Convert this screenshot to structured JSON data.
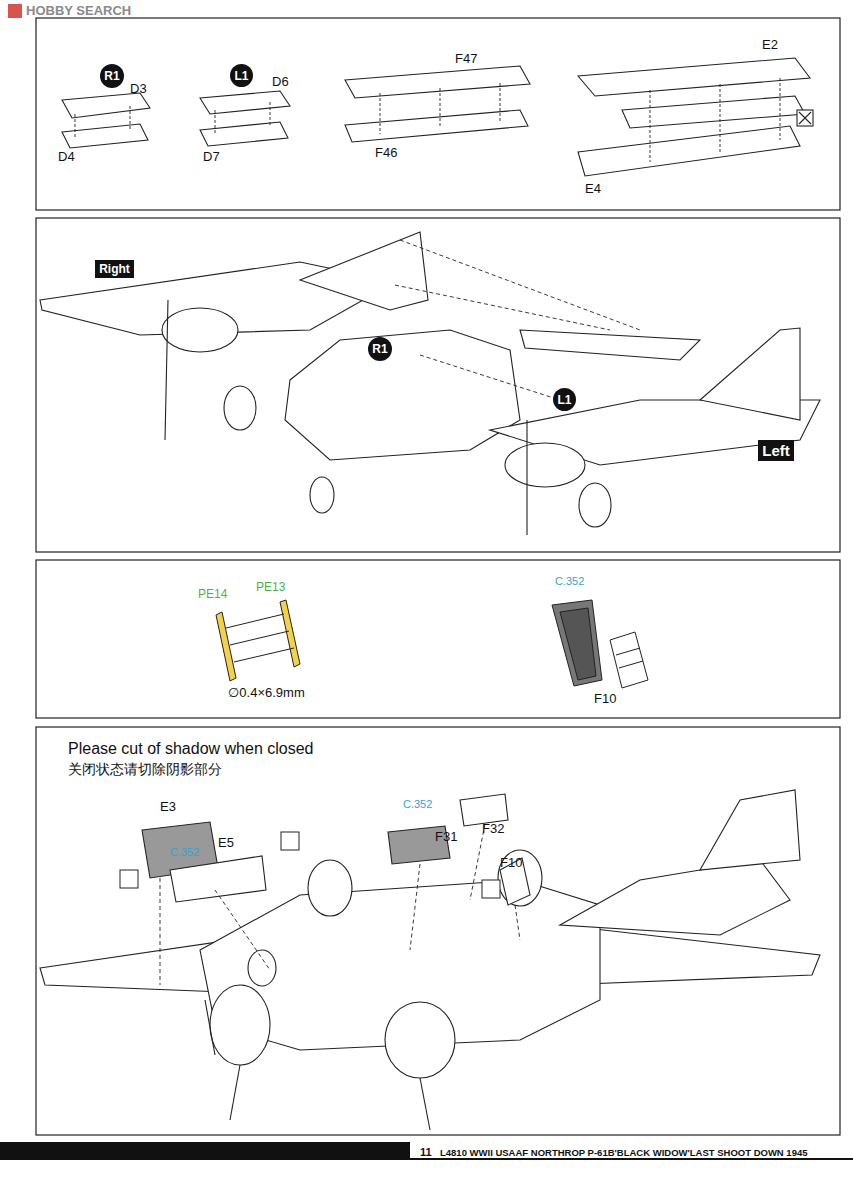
{
  "diagram": {
    "nodes": [
      {
        "text": [
          "R1"
        ]
      },
      {
        "text": [
          "L1"
        ]
      },
      {
        "text": [
          "Right"
        ]
      },
      {
        "text": [
          "R1"
        ]
      },
      {
        "text": [
          "L1"
        ]
      },
      {
        "text": [
          "Left"
        ]
      }
    ],
    "labels": [
      "HOBBY SEARCH",
      "D3",
      "D4",
      "D6",
      "D7",
      "F47",
      "F46",
      "E2",
      "E4",
      "PE14",
      "PE13",
      "∅0.4×6.9mm",
      "C.352",
      "F10",
      "Please cut of shadow when closed",
      "关闭状态请切除阴影部分",
      "E3",
      "E5",
      "C.352",
      "C.352",
      "F31",
      "F32",
      "F10",
      "11",
      "L4810 WWII USAAF NORTHROP P-61B'BLACK WIDOW'LAST SHOOT DOWN 1945"
    ]
  }
}
